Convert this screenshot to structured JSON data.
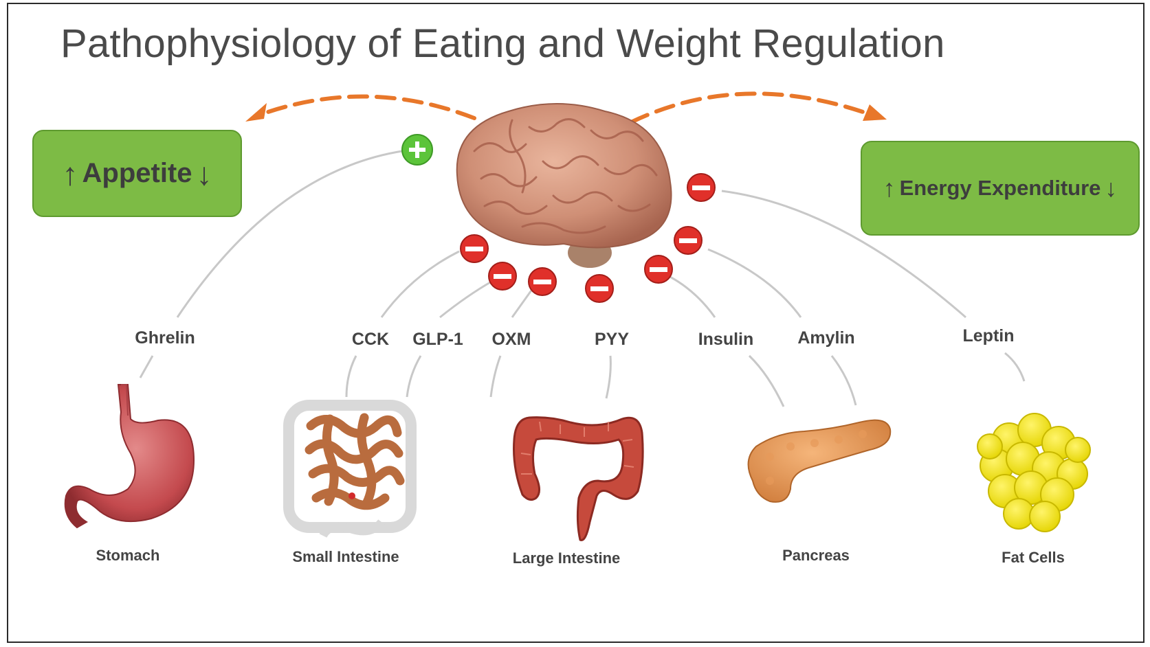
{
  "title": "Pathophysiology of Eating and Weight Regulation",
  "effects": {
    "appetite": "Appetite",
    "energy_expenditure": "Energy Expenditure",
    "up_arrow": "↑",
    "down_arrow": "↓"
  },
  "hormones": {
    "ghrelin": "Ghrelin",
    "cck": "CCK",
    "glp1": "GLP-1",
    "oxm": "OXM",
    "pyy": "PYY",
    "insulin": "Insulin",
    "amylin": "Amylin",
    "leptin": "Leptin"
  },
  "organs": {
    "stomach": "Stomach",
    "small_intestine": "Small Intestine",
    "large_intestine": "Large Intestine",
    "pancreas": "Pancreas",
    "fat_cells": "Fat Cells"
  },
  "colors": {
    "box_green": "#7dbb45",
    "arrow_orange": "#e8772a",
    "plus_green": "#5cc43a",
    "minus_red": "#e0302a",
    "line_gray": "#c8c8c8"
  }
}
